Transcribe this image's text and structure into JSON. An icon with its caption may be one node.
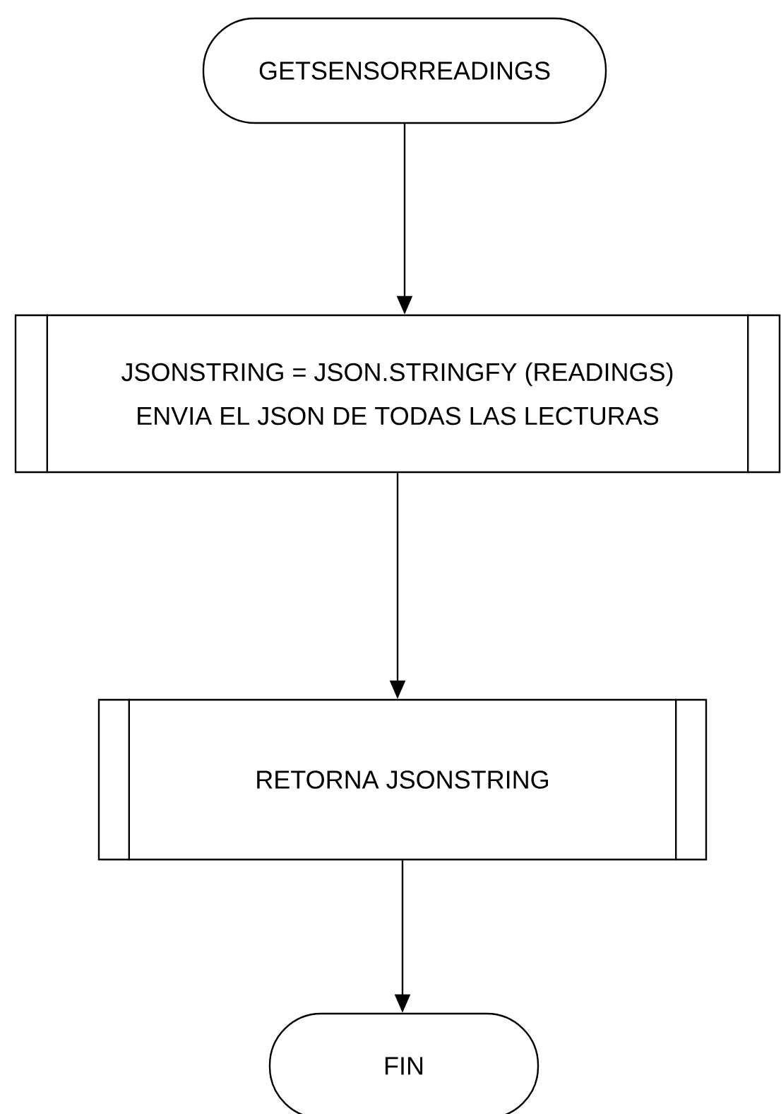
{
  "diagram": {
    "nodes": [
      {
        "text": [
          "GETSENSORREADINGS"
        ]
      },
      {
        "text": [
          "JSONSTRING = JSON.STRINGFY (READINGS)",
          "ENVIA EL JSON DE TODAS LAS LECTURAS"
        ]
      },
      {
        "text": [
          "RETORNA JSONSTRING"
        ]
      },
      {
        "text": [
          "FIN"
        ]
      }
    ],
    "edges": [
      {
        "from": 0,
        "to": 1,
        "arrow": "to"
      },
      {
        "from": 1,
        "to": 2,
        "arrow": "to"
      },
      {
        "from": 2,
        "to": 3,
        "arrow": "to"
      }
    ]
  }
}
